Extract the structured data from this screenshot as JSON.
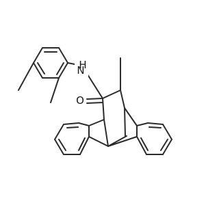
{
  "molecule": {
    "atom_labels": {
      "nitrogen": "N",
      "hydrogen": "H",
      "oxygen": "O"
    }
  }
}
